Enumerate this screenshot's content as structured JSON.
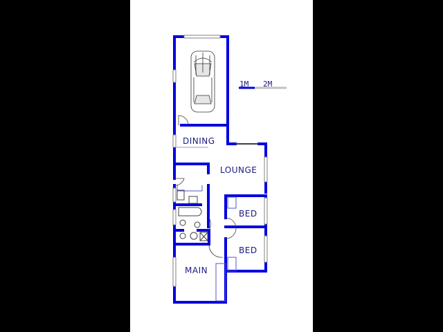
{
  "floorplan": {
    "colors": {
      "background": "#000000",
      "sheet": "#ffffff",
      "wall": "#0000e0",
      "label": "#1a1a80",
      "fixture": "#5555cc",
      "window": "#b0b0b0"
    },
    "rooms": [
      {
        "id": "garage",
        "label": ""
      },
      {
        "id": "dining",
        "label": "DINING"
      },
      {
        "id": "lounge",
        "label": "LOUNGE"
      },
      {
        "id": "bed1",
        "label": "BED"
      },
      {
        "id": "bed2",
        "label": "BED"
      },
      {
        "id": "main",
        "label": "MAIN"
      }
    ],
    "scale": {
      "mark1": "1M",
      "mark2": "2M"
    },
    "icons": {
      "car": "car-icon"
    }
  }
}
